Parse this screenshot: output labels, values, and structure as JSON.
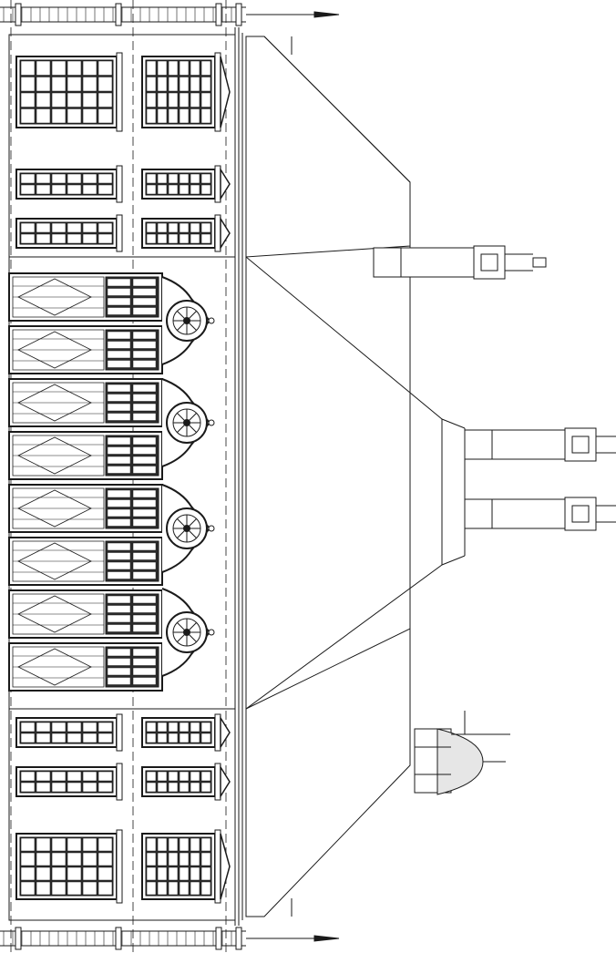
{
  "drawing": {
    "ink_color": "#1a1a1a",
    "fill_dark": "#2b2b2b",
    "background": "#ffffff",
    "orientation": "rotated-90",
    "chimneys": 3,
    "gable_windows": 8,
    "rose_windows": 4,
    "wing_windows_per_side": 6
  }
}
